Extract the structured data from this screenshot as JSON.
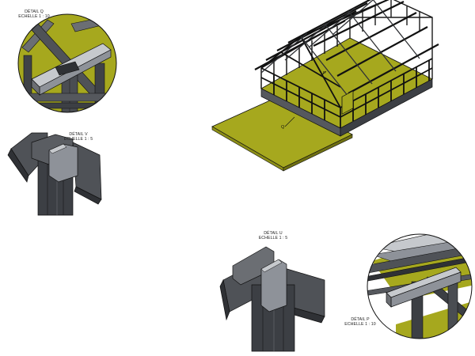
{
  "colors": {
    "floor": "#a6a81e",
    "floor_dark": "#8c8e17",
    "steel": "#4f5257",
    "steel_dark": "#2f3135",
    "steel_light": "#8e9299",
    "beam_light": "#c6c9cd",
    "edge": "#101010"
  },
  "details": [
    {
      "id": "Q",
      "title": "DÉTAIL Q",
      "scale": "ECHELLE 1 : 10"
    },
    {
      "id": "V",
      "title": "DÉTAIL V",
      "scale": "ECHELLE 1 : 5"
    },
    {
      "id": "U",
      "title": "DÉTAIL U",
      "scale": "ECHELLE 1 : 5"
    },
    {
      "id": "P",
      "title": "DÉTAIL P",
      "scale": "ECHELLE 1 : 10"
    }
  ],
  "callouts": {
    "main_q": "Q",
    "main_p": "P"
  }
}
